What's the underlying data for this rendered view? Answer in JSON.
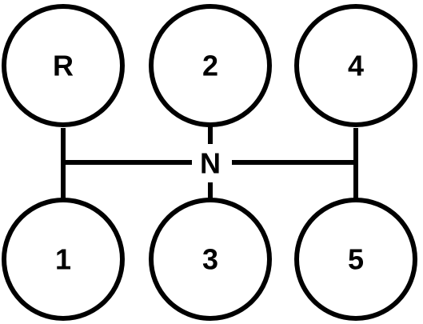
{
  "diagram": {
    "colors": {
      "stroke": "#000000",
      "background": "#ffffff"
    },
    "gears": {
      "reverse": "R",
      "second": "2",
      "fourth": "4",
      "first": "1",
      "third": "3",
      "fifth": "5"
    },
    "neutral": "N"
  }
}
